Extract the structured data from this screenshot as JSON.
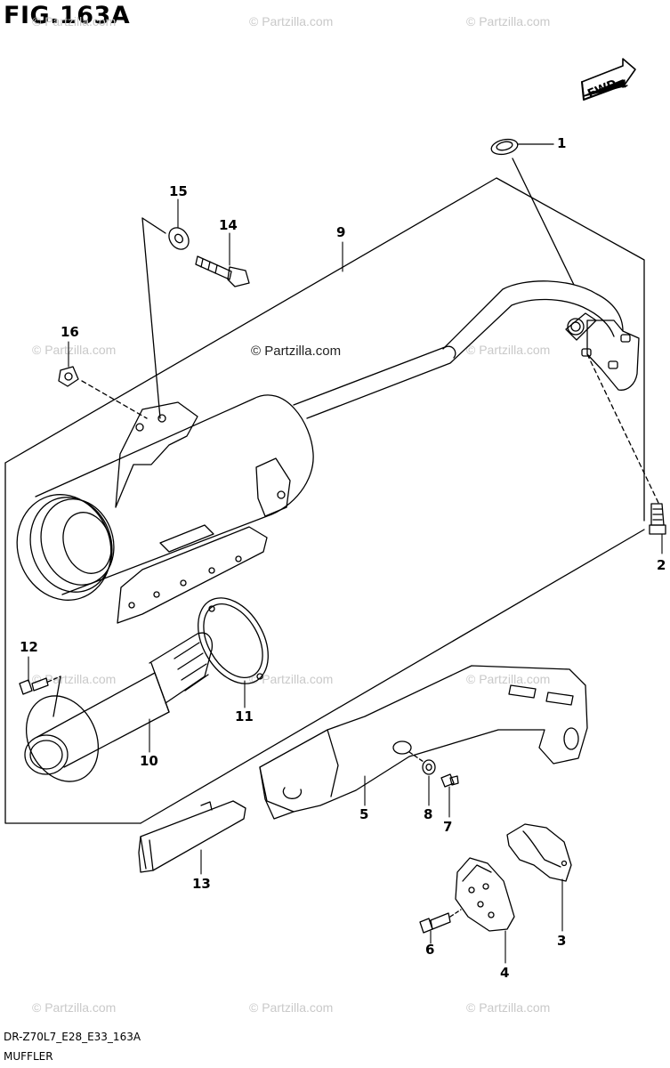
{
  "figure": {
    "title": "FIG.163A",
    "model_code": "DR-Z70L7_E28_E33_163A",
    "section_title": "MUFFLER"
  },
  "watermark": {
    "text": "© Partzilla.com",
    "color": "#c9c9c9"
  },
  "fwd_label": "FWD",
  "callouts": [
    {
      "id": "c1",
      "label": "1"
    },
    {
      "id": "c2",
      "label": "2"
    },
    {
      "id": "c3",
      "label": "3"
    },
    {
      "id": "c4",
      "label": "4"
    },
    {
      "id": "c5",
      "label": "5"
    },
    {
      "id": "c6",
      "label": "6"
    },
    {
      "id": "c7",
      "label": "7"
    },
    {
      "id": "c8",
      "label": "8"
    },
    {
      "id": "c9",
      "label": "9"
    },
    {
      "id": "c10",
      "label": "10"
    },
    {
      "id": "c11",
      "label": "11"
    },
    {
      "id": "c12",
      "label": "12"
    },
    {
      "id": "c13",
      "label": "13"
    },
    {
      "id": "c14",
      "label": "14"
    },
    {
      "id": "c15",
      "label": "15"
    },
    {
      "id": "c16",
      "label": "16"
    }
  ]
}
